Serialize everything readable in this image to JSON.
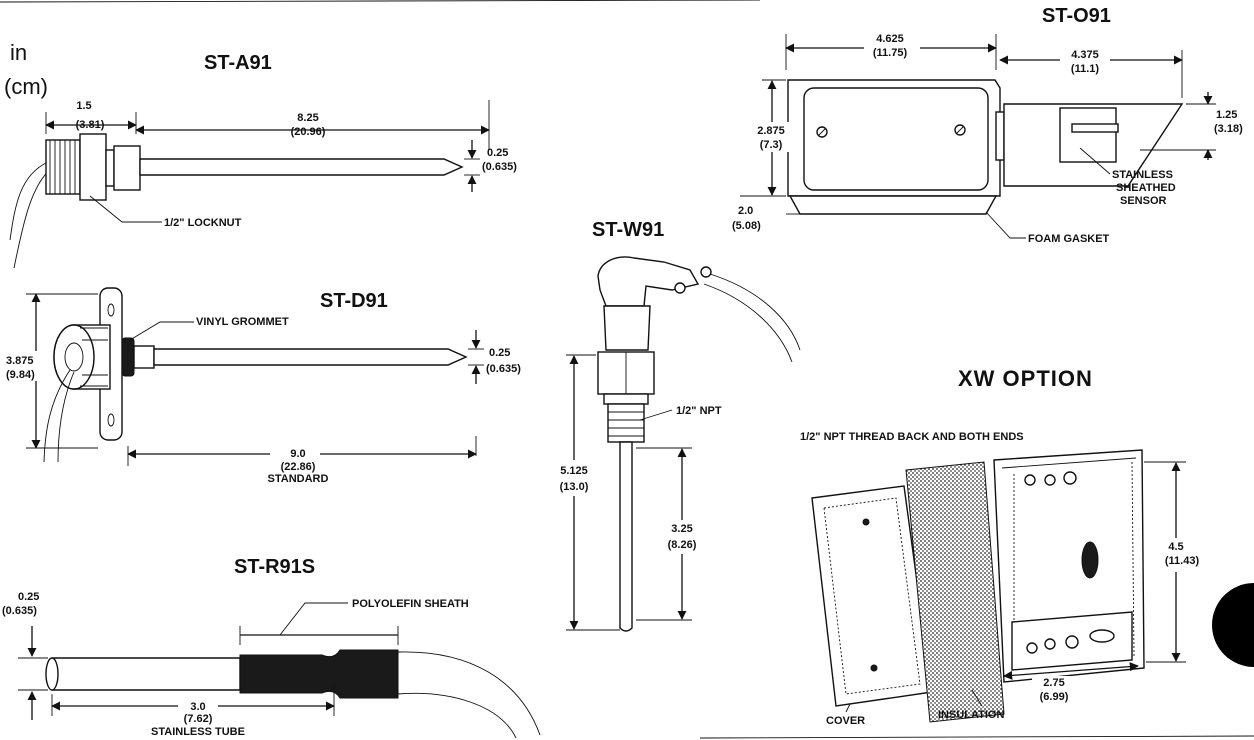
{
  "units": {
    "inch": "in",
    "cm": "(cm)"
  },
  "st_a91": {
    "title": "ST-A91",
    "d1_in": "1.5",
    "d1_cm": "(3.81)",
    "d2_in": "8.25",
    "d2_cm": "(20.96)",
    "d3_in": "0.25",
    "d3_cm": "(0.635)",
    "locknut": "1/2\" LOCKNUT"
  },
  "st_d91": {
    "title": "ST-D91",
    "grommet": "VINYL GROMMET",
    "h_in": "3.875",
    "h_cm": "(9.84)",
    "d_in": "0.25",
    "d_cm": "(0.635)",
    "len_in": "9.0",
    "len_cm": "(22.86)",
    "len_note": "STANDARD"
  },
  "st_r91s": {
    "title": "ST-R91S",
    "sheath": "POLYOLEFIN SHEATH",
    "d_in": "0.25",
    "d_cm": "(0.635)",
    "len_in": "3.0",
    "len_cm": "(7.62)",
    "tube": "STAINLESS TUBE"
  },
  "st_w91": {
    "title": "ST-W91",
    "npt": "1/2\" NPT",
    "h_in": "5.125",
    "h_cm": "(13.0)",
    "p_in": "3.25",
    "p_cm": "(8.26)"
  },
  "st_o91": {
    "title": "ST-O91",
    "w_in": "4.625",
    "w_cm": "(11.75)",
    "s_in": "4.375",
    "s_cm": "(11.1)",
    "h_in": "2.875",
    "h_cm": "(7.3)",
    "r_in": "1.25",
    "r_cm": "(3.18)",
    "b_in": "2.0",
    "b_cm": "(5.08)",
    "sensor": [
      "STAINLESS",
      "SHEATHED",
      "SENSOR"
    ],
    "gasket": "FOAM GASKET"
  },
  "xw": {
    "title": "XW  OPTION",
    "thread": "1/2\" NPT THREAD BACK AND BOTH ENDS",
    "h_in": "4.5",
    "h_cm": "(11.43)",
    "w_in": "2.75",
    "w_cm": "(6.99)",
    "cover": "COVER",
    "insulation": "INSULATION"
  }
}
